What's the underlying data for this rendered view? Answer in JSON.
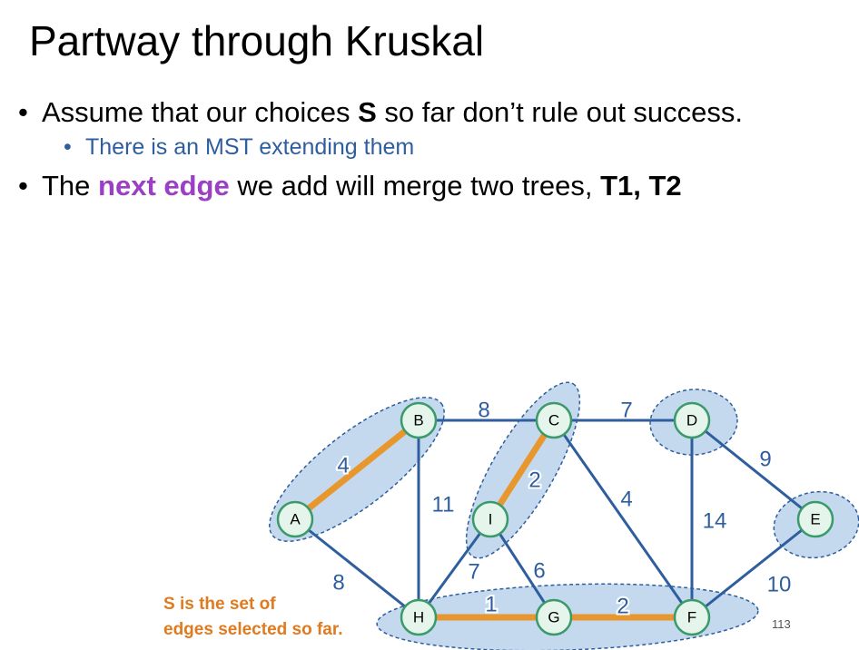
{
  "title": "Partway through Kruskal",
  "bullets": {
    "b1": {
      "pre": "Assume that our choices ",
      "bold": "S",
      "post": " so far don’t rule out success."
    },
    "b1_sub": "There is an MST extending them",
    "b2": {
      "pre": "The ",
      "highlight": "next edge",
      "mid": " we add will merge two trees, ",
      "bold": "T1, T2"
    }
  },
  "note": {
    "line1": "S is the set of",
    "line2": "edges selected so far."
  },
  "page_number": "113",
  "colors": {
    "edge": "#2E5E9E",
    "selected_edge": "#E8962E",
    "node_fill": "#E6F5EC",
    "node_stroke": "#3A9A6A",
    "cluster_fill": "#C5D9EE",
    "cluster_stroke": "#2E5E9E",
    "highlight": "#9B3FC4",
    "note": "#E07A1F"
  },
  "graph": {
    "nodes": [
      "A",
      "B",
      "C",
      "D",
      "E",
      "F",
      "G",
      "H",
      "I"
    ],
    "edges": [
      {
        "u": "A",
        "v": "B",
        "w": "4",
        "selected": true
      },
      {
        "u": "B",
        "v": "C",
        "w": "8",
        "selected": false
      },
      {
        "u": "C",
        "v": "D",
        "w": "7",
        "selected": false
      },
      {
        "u": "D",
        "v": "E",
        "w": "9",
        "selected": false
      },
      {
        "u": "B",
        "v": "H",
        "w": "11",
        "selected": false
      },
      {
        "u": "C",
        "v": "I",
        "w": "2",
        "selected": true
      },
      {
        "u": "C",
        "v": "F",
        "w": "4",
        "selected": false
      },
      {
        "u": "D",
        "v": "F",
        "w": "14",
        "selected": false
      },
      {
        "u": "A",
        "v": "H",
        "w": "8",
        "selected": false
      },
      {
        "u": "I",
        "v": "H",
        "w": "7",
        "selected": false
      },
      {
        "u": "I",
        "v": "G",
        "w": "6",
        "selected": false
      },
      {
        "u": "H",
        "v": "G",
        "w": "1",
        "selected": true
      },
      {
        "u": "G",
        "v": "F",
        "w": "2",
        "selected": true
      },
      {
        "u": "F",
        "v": "E",
        "w": "10",
        "selected": false
      }
    ],
    "trees": [
      [
        "A",
        "B"
      ],
      [
        "C",
        "I"
      ],
      [
        "D"
      ],
      [
        "E"
      ],
      [
        "H",
        "G",
        "F"
      ]
    ]
  }
}
